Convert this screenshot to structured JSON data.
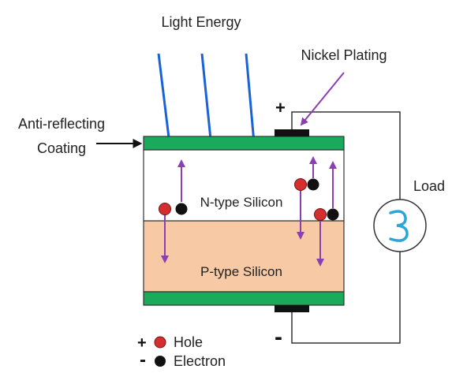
{
  "labels": {
    "light_energy": "Light Energy",
    "nickel_plating": "Nickel Plating",
    "anti_reflecting_line1": "Anti-reflecting",
    "anti_reflecting_line2": "Coating",
    "load": "Load",
    "n_type": "N-type Silicon",
    "p_type": "P-type Silicon",
    "plus": "+",
    "minus": "-"
  },
  "legend": {
    "hole_sign": "+",
    "hole_label": "Hole",
    "electron_sign": "-",
    "electron_label": "Electron"
  },
  "colors": {
    "coating": "#1aaa5c",
    "p_layer": "#f7c9a4",
    "light_ray": "#1a63d6",
    "nickel_arrow": "#8a3fb3",
    "carrier_arrow": "#8a3fb3",
    "hole": "#d32f2f",
    "electron": "#111111",
    "load_symbol": "#2aa7d6",
    "wire": "#333333"
  }
}
